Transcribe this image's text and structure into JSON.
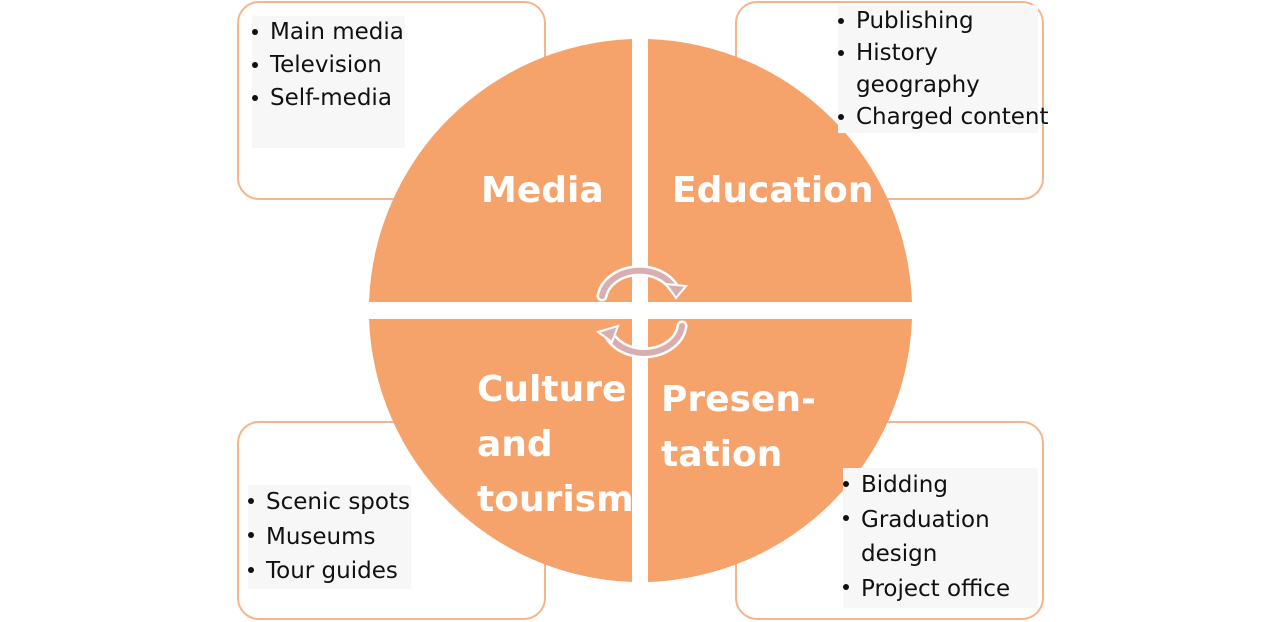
{
  "colors": {
    "segment": "#f6a26b",
    "card_border": "#f6b489",
    "arrow": "#d8aeb1",
    "label": "#ffffff"
  },
  "segments": {
    "media": "Media",
    "education": "Education",
    "culture": "Culture\nand\ntourism",
    "presentation": "Presen-\ntation"
  },
  "cards": {
    "media": {
      "items": [
        "Main media",
        "Television",
        "Self-media"
      ]
    },
    "education": {
      "items": [
        "Publishing",
        "History",
        "geography",
        "Charged content"
      ]
    },
    "culture": {
      "items": [
        "Scenic spots",
        "Museums",
        "Tour guides"
      ]
    },
    "presentation": {
      "items": [
        "Bidding",
        "Graduation",
        "design",
        "Project office"
      ]
    }
  },
  "icons": {
    "cycle": "cycle-arrows-icon"
  }
}
